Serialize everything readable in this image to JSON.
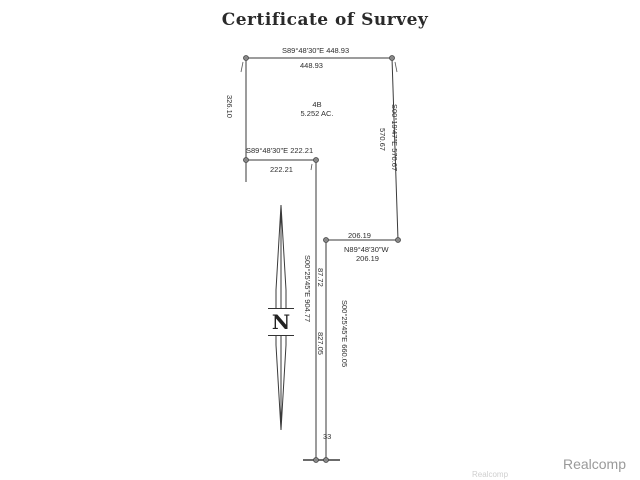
{
  "title": "Certificate of Survey",
  "lot": {
    "number": "4B",
    "area": "5.252 AC."
  },
  "dimensions": {
    "top_bearing": "S89°48'30\"E 448.93",
    "top_distance": "448.93",
    "left_upper": "326.10",
    "mid_bearing": "S89°48'30\"E 222.21",
    "mid_distance": "222.21",
    "right_bearing": "S00°19'47\"E 570.67",
    "right_distance": "570.67",
    "jog_distance_top": "206.19",
    "jog_bearing": "N89°48'30\"W",
    "jog_distance_bottom": "206.19",
    "strip_left_bearing": "S00°25'45\"E 904.77",
    "strip_left_dist1": "87.72",
    "strip_left_dist2": "827.05",
    "strip_right_bearing": "S00°25'45\"E 660.05",
    "road_width": "33"
  },
  "north_symbol": "N",
  "watermark": "Realcomp",
  "brand": "Realcomp"
}
